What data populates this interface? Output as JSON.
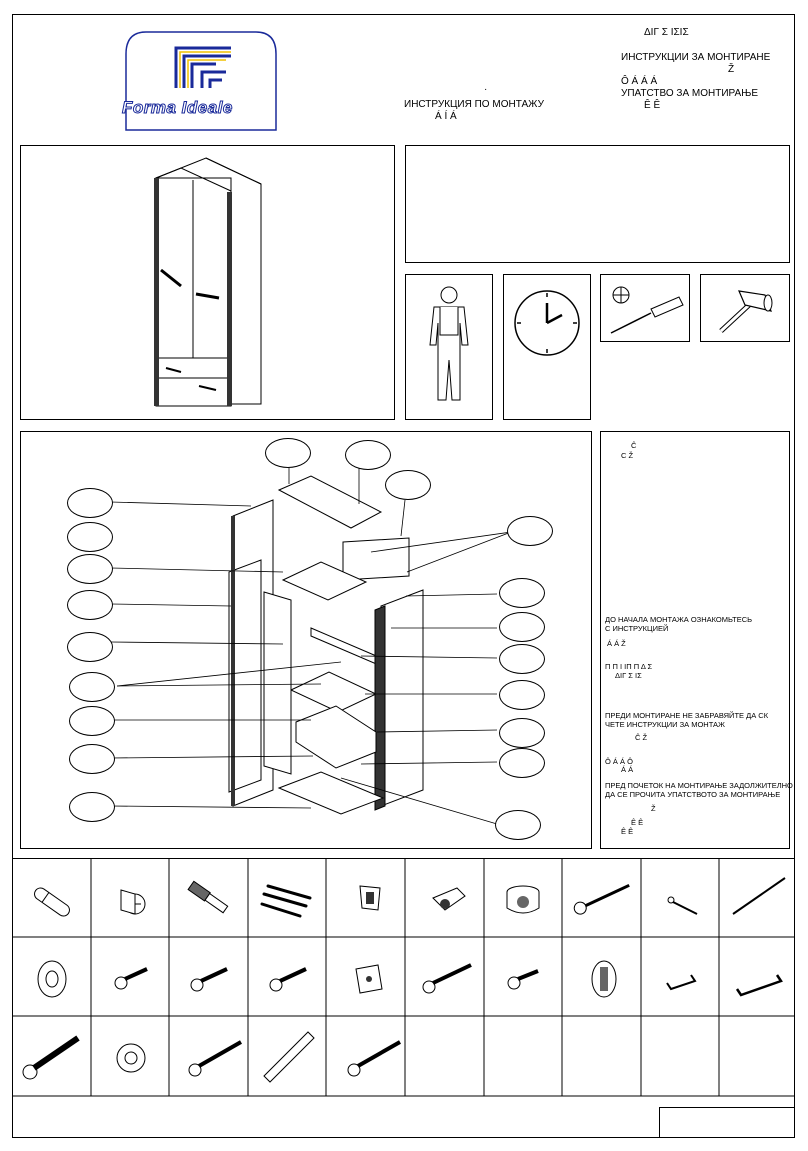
{
  "header": {
    "logo_text": "Forma Ideale",
    "title_top": "ΔΙΓ   Σ    ΙΣΙΣ",
    "title_bg": "ИНСТРУКЦИИ ЗА МОНТИРАНЕ",
    "title_bg_sub": "Ž",
    "title_ro": "Ô      Á      Á               Á",
    "title_sr": "УПАТСТВО ЗА МОНТИРАЊЕ",
    "title_sr_sub": "Ê          Ê",
    "title_ru_dot": "·",
    "title_ru": "ИНСТРУКЦИЯ ПО МОНТАЖУ",
    "title_ru_sub": "Á   Í   Á"
  },
  "notes": {
    "line1_top": "Ĉ",
    "line1": "C                                     Ž",
    "ru_1": "ДО НАЧАЛА МОНТАЖА ОЗНАКОМЬТЕСЬ",
    "ru_2": "С ИНСТРУКЦИЕЙ",
    "ro_1": "Á               Á                           Ž",
    "gr_1": "Π    Π    Ι      ΙΠ   Π        Δ      Σ",
    "gr_2": "ΔΙΓ  Σ   ΙΣ",
    "bg_1": "ПРЕДИ МОНТИРАНЕ НЕ ЗАБРАВЯЙТЕ ДА СК",
    "bg_2": "ЧЕТЕ ИНСТРУКЦИИ ЗА МОНТАЖ",
    "hr_1": "Ĉ                    Ž",
    "cz_1": "Ô     Á    Á     Ô",
    "cz_2": "Á            Á",
    "sr_1": "ПРЕД ПОЧЕТОК НА МОНТИРАЊЕ ЗАДОЛЖИТЕЛНО",
    "sr_2": "ДА СЕ ПРОЧИТА УПАТСТВОТО ЗА МОНТИРАЊЕ",
    "sl_1": "Ž",
    "sl_2": "Ê              Ê",
    "sl_3": "Ê         Ê"
  },
  "colors": {
    "logo_blue": "#1a2a9a",
    "line": "#000000"
  },
  "icons": [
    "worker-icon",
    "clock-icon",
    "screwdriver-icon",
    "hammer-icon"
  ]
}
